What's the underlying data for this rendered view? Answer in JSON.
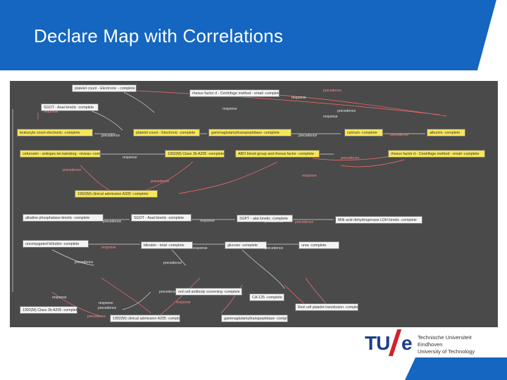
{
  "slide": {
    "title": "Declare Map with Correlations"
  },
  "logo": {
    "mark": "TU",
    "mark_e": "e",
    "lines": [
      "Technische Universiteit",
      "Eindhoven",
      "University of Technology"
    ]
  },
  "colors": {
    "header_blue": "#1466c0",
    "diagram_bg": "#4a4a4a",
    "node_fill": "#f6e65a",
    "edge_red": "#ff6b6b",
    "tue_blue": "#1f3c8c",
    "tue_red": "#d2232a"
  },
  "nodes": [
    {
      "label": "platelet count - Electronic - complete"
    },
    {
      "label": "rhesus factor d - Centrifuge method - email -complete"
    },
    {
      "label": "SGOT - Asat kinetic -complete"
    },
    {
      "label": "leukocyte count electronic -complete"
    },
    {
      "label": "platelet count - Electronic -complete"
    },
    {
      "label": "gammaglutamyltranspeptidase -complete"
    },
    {
      "label": "calcium -complete"
    },
    {
      "label": "albumin -complete"
    },
    {
      "label": "cefuroxim - antispec.ter.kaindorg. -niveau -complete"
    },
    {
      "label": "1992(M) Class 3b A205 -complete"
    },
    {
      "label": "ABO blood group and rhesus factor -complete"
    },
    {
      "label": "rhesus factor d - Centrifuge method - email -complete"
    },
    {
      "label": "1992(M) clinical admission A205 -complete"
    },
    {
      "label": "alkaline phosphatase-kinetic -complete"
    },
    {
      "label": "SGOT - Asat kinetic -complete"
    },
    {
      "label": "SGPT - alat kinetic -complete"
    },
    {
      "label": "Milk acid dehydrogenase LDH kinetic -complete"
    },
    {
      "label": "unconjugated bilirubin -complete"
    },
    {
      "label": "bilirubin - total -complete"
    },
    {
      "label": "glucose -complete"
    },
    {
      "label": "urea -complete"
    },
    {
      "label": "red cell antibody screening -complete"
    },
    {
      "label": "CA-125 -complete"
    },
    {
      "label": "1992(M) Class 3b A205 -complete"
    },
    {
      "label": "1992(M) clinical admission A205 -complete"
    },
    {
      "label": "gammaglutamyltranspeptidase -compl."
    },
    {
      "label": "Red cell platelet transfusion -complete"
    }
  ],
  "edge_labels": [
    {
      "text": "precedence",
      "red": true
    },
    {
      "text": "response",
      "red": false
    },
    {
      "text": "precedence",
      "red": false
    },
    {
      "text": "response",
      "red": false
    },
    {
      "text": "response",
      "red": true
    },
    {
      "text": "response",
      "red": false
    },
    {
      "text": "precedence",
      "red": false
    },
    {
      "text": "precedence",
      "red": false
    },
    {
      "text": "precedence",
      "red": true
    },
    {
      "text": "precedence",
      "red": true
    },
    {
      "text": "response",
      "red": false
    },
    {
      "text": "precedence",
      "red": true
    },
    {
      "text": "precedence",
      "red": true
    },
    {
      "text": "response",
      "red": true
    },
    {
      "text": "precedence",
      "red": false
    },
    {
      "text": "response",
      "red": false
    },
    {
      "text": "precedence",
      "red": true
    },
    {
      "text": "precedence",
      "red": false
    },
    {
      "text": "response",
      "red": true
    },
    {
      "text": "response",
      "red": false
    },
    {
      "text": "precedence",
      "red": false
    },
    {
      "text": "precedence",
      "red": false
    },
    {
      "text": "precedence",
      "red": false
    },
    {
      "text": "response",
      "red": false
    },
    {
      "text": "precedence",
      "red": false
    },
    {
      "text": "response",
      "red": false
    },
    {
      "text": "precedence",
      "red": false
    },
    {
      "text": "response",
      "red": true
    },
    {
      "text": "precedence",
      "red": true
    }
  ]
}
